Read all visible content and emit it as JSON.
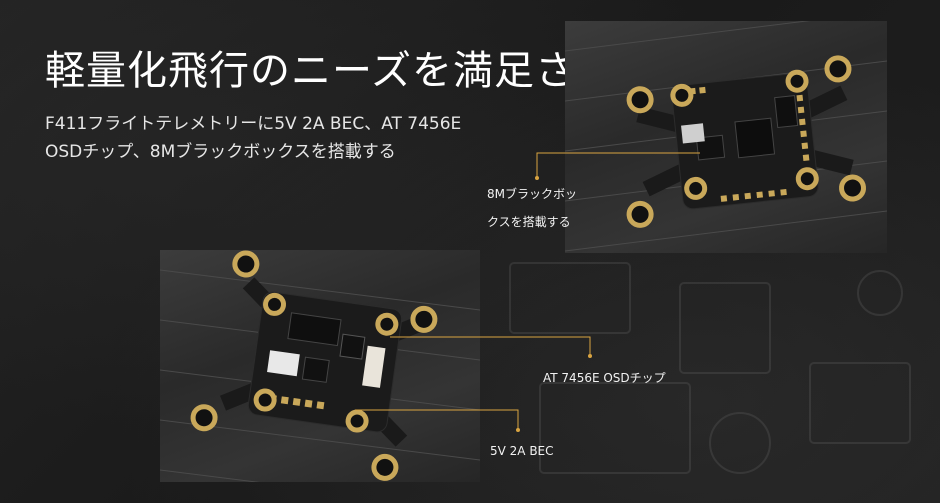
{
  "headline": "軽量化飛行のニーズを満足させる",
  "description": {
    "line1": "F411フライトテレメトリーに5V 2A BEC、AT 7456E",
    "line2": "OSDチップ、8Mブラックボックスを搭載する"
  },
  "callouts": {
    "blackbox": {
      "line1": "8Mブラックボッ",
      "line2": "クスを搭載する"
    },
    "osd": "AT 7456E OSDチップ",
    "bec": "5V 2A BEC"
  },
  "colors": {
    "leader": "#d9a441",
    "pad": "#c9a85a",
    "board": "#1b1b1b"
  }
}
